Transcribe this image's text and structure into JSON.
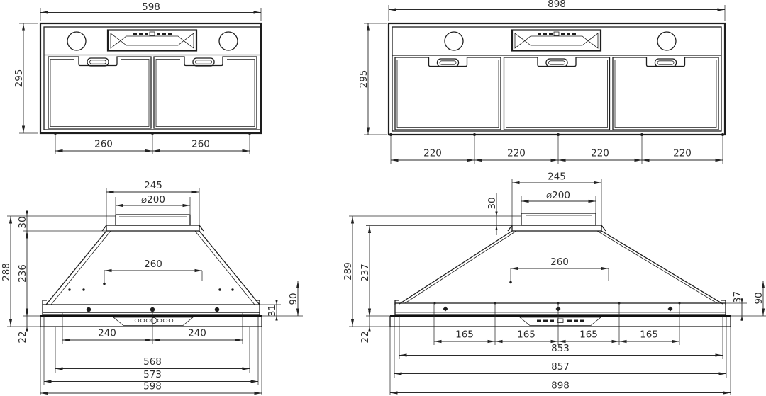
{
  "views": {
    "front600": {
      "width": "598",
      "height": "295",
      "filters": [
        "260",
        "260"
      ]
    },
    "front900": {
      "width": "898",
      "height": "295",
      "filters": [
        "220",
        "220",
        "220",
        "220"
      ]
    },
    "profile600": {
      "topWidth": "245",
      "duct": "⌀200",
      "collarHeight": "30",
      "totalHeight": "288",
      "bodyHeight": "236",
      "recess": "22",
      "innerWidth": "260",
      "chimney": "90",
      "strip": "31",
      "mounts": [
        "240",
        "240"
      ],
      "widths": [
        "568",
        "573",
        "598"
      ]
    },
    "profile900": {
      "topWidth": "245",
      "duct": "⌀200",
      "collarHeight": "30",
      "totalHeight": "289",
      "bodyHeight": "237",
      "recess": "22",
      "innerWidth": "260",
      "chimney": "90",
      "strip": "37",
      "mounts": [
        "165",
        "165",
        "165",
        "165"
      ],
      "widths": [
        "853",
        "857",
        "898"
      ]
    }
  }
}
